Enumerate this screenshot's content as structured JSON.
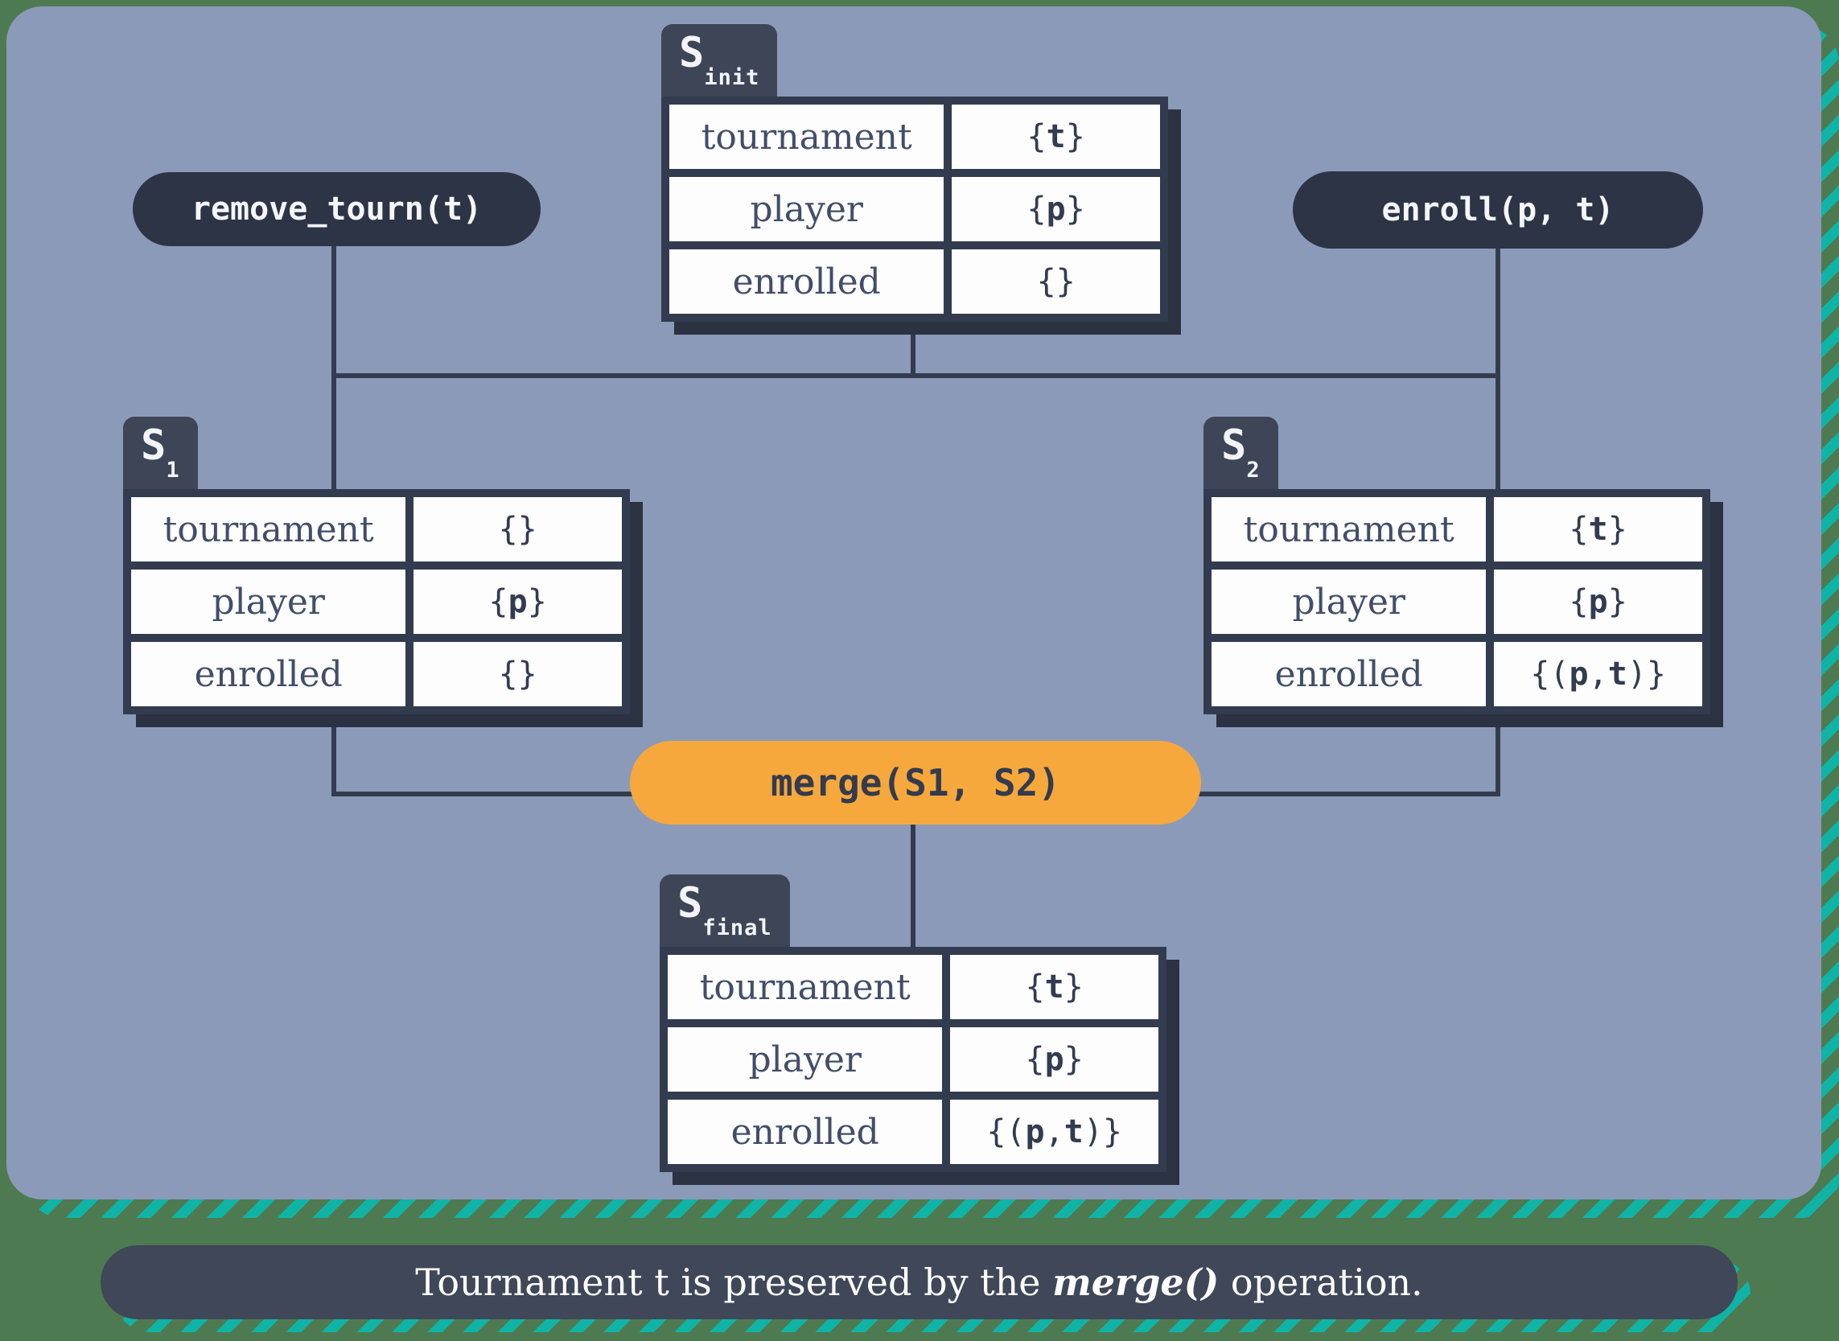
{
  "states": {
    "s_init": {
      "name": "S",
      "sub": "init",
      "rows": [
        {
          "label": "tournament",
          "value": "{t}"
        },
        {
          "label": "player",
          "value": "{p}"
        },
        {
          "label": "enrolled",
          "value": "{}"
        }
      ]
    },
    "s1": {
      "name": "S",
      "sub": "1",
      "rows": [
        {
          "label": "tournament",
          "value": "{}"
        },
        {
          "label": "player",
          "value": "{p}"
        },
        {
          "label": "enrolled",
          "value": "{}"
        }
      ]
    },
    "s2": {
      "name": "S",
      "sub": "2",
      "rows": [
        {
          "label": "tournament",
          "value": "{t}"
        },
        {
          "label": "player",
          "value": "{p}"
        },
        {
          "label": "enrolled",
          "value": "{(p, t)}"
        }
      ]
    },
    "s_final": {
      "name": "S",
      "sub": "final",
      "rows": [
        {
          "label": "tournament",
          "value": "{t}"
        },
        {
          "label": "player",
          "value": "{p}"
        },
        {
          "label": "enrolled",
          "value": "{(p, t)}"
        }
      ]
    }
  },
  "operations": {
    "remove_tourn": {
      "label": "remove_tourn(t)"
    },
    "enroll": {
      "label": "enroll(p, t)"
    },
    "merge": {
      "label": "merge(S1, S2)"
    }
  },
  "caption": {
    "prefix": "Tournament t is preserved by the ",
    "highlight": "merge()",
    "suffix": " operation."
  },
  "colors": {
    "background_green": "#4e7a52",
    "stripe_teal": "#10b4a6",
    "panel_blue": "#8c9ab9",
    "slate_ink": "#333b4f",
    "pill_dark": "#2d3446",
    "merge_orange": "#f7a83c",
    "cell_white": "#fdfdfe"
  }
}
